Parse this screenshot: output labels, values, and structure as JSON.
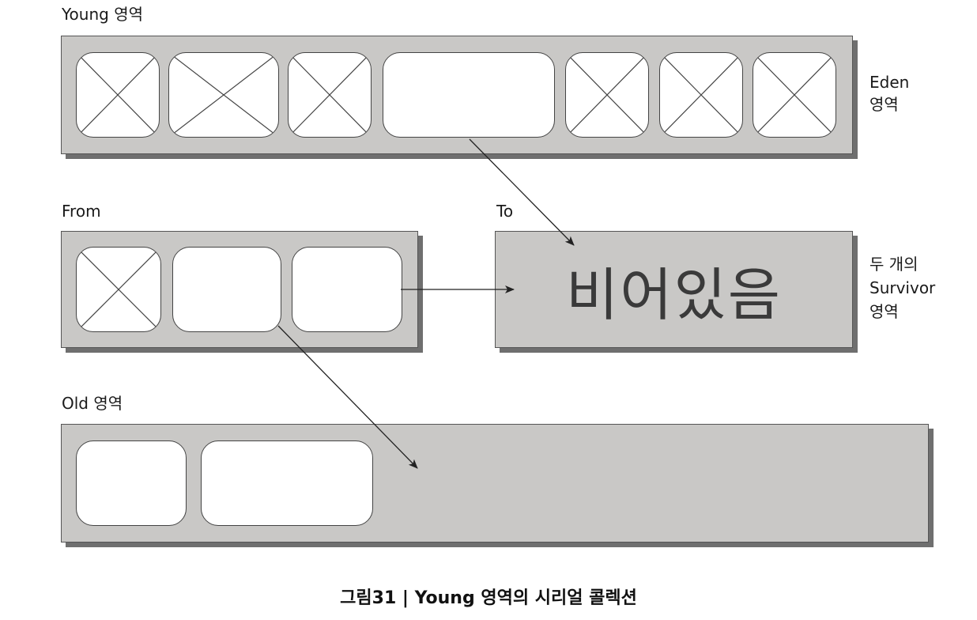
{
  "labels": {
    "young": "Young 영역",
    "from": "From",
    "to": "To",
    "old": "Old 영역",
    "eden_line1": "Eden",
    "eden_line2": "영역",
    "survivor_line1": "두 개의",
    "survivor_line2": "Survivor",
    "survivor_line3": "영역"
  },
  "to_space_text": "비어있음",
  "caption": "그림31 | Young 영역의 시리얼 콜렉션",
  "colors": {
    "panel": "#c9c8c6",
    "cell": "#ffffff",
    "stroke": "#444444"
  },
  "eden_cells": [
    {
      "state": "dead"
    },
    {
      "state": "dead"
    },
    {
      "state": "dead"
    },
    {
      "state": "live"
    },
    {
      "state": "dead"
    },
    {
      "state": "dead"
    },
    {
      "state": "dead"
    }
  ],
  "from_cells": [
    {
      "state": "dead"
    },
    {
      "state": "live"
    },
    {
      "state": "live"
    }
  ],
  "old_cells": [
    {
      "state": "live"
    },
    {
      "state": "live"
    }
  ]
}
